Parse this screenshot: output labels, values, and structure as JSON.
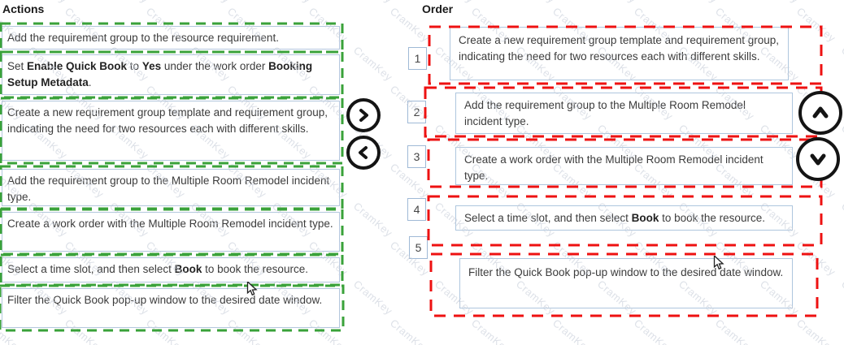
{
  "watermark": {
    "text": "CramKey"
  },
  "colors": {
    "green_dash": "#3aa23a",
    "red_dash": "#ee1111",
    "box_border": "#aec6de",
    "text": "#3c3c3c"
  },
  "actions": {
    "title": "Actions",
    "items": [
      {
        "segments": [
          {
            "text": "Add the requirement group to the resource requirement.",
            "bold": false
          }
        ]
      },
      {
        "segments": [
          {
            "text": "Set ",
            "bold": false
          },
          {
            "text": "Enable Quick Book",
            "bold": true
          },
          {
            "text": " to ",
            "bold": false
          },
          {
            "text": "Yes",
            "bold": true
          },
          {
            "text": " under the work order ",
            "bold": false
          },
          {
            "text": "Booking Setup Metadata",
            "bold": true
          },
          {
            "text": ".",
            "bold": false
          }
        ]
      },
      {
        "segments": [
          {
            "text": "Create a new requirement group template and requirement group, indicating the need for two resources each with different skills.",
            "bold": false
          }
        ]
      },
      {
        "segments": [
          {
            "text": "Add the requirement group to the Multiple Room Remodel incident type.",
            "bold": false
          }
        ]
      },
      {
        "segments": [
          {
            "text": "Create a work order with the Multiple Room Remodel incident type.",
            "bold": false
          }
        ]
      },
      {
        "segments": [
          {
            "text": "Select a time slot, and then select ",
            "bold": false
          },
          {
            "text": "Book",
            "bold": true
          },
          {
            "text": " to book the resource.",
            "bold": false
          }
        ]
      },
      {
        "segments": [
          {
            "text": "Filter the Quick Book pop-up window to the desired date window.",
            "bold": false
          }
        ]
      }
    ]
  },
  "order": {
    "title": "Order",
    "slots": [
      {
        "number": "1",
        "segments": [
          {
            "text": "Create a new requirement group template and requirement group, indicating the need for two resources each with different skills.",
            "bold": false
          }
        ]
      },
      {
        "number": "2",
        "segments": [
          {
            "text": "Add the requirement group to the Multiple Room Remodel incident type.",
            "bold": false
          }
        ]
      },
      {
        "number": "3",
        "segments": [
          {
            "text": "Create a work order with the Multiple Room Remodel incident type.",
            "bold": false
          }
        ]
      },
      {
        "number": "4",
        "segments": [
          {
            "text": "Select a time slot, and then select ",
            "bold": false
          },
          {
            "text": "Book",
            "bold": true
          },
          {
            "text": " to book the resource.",
            "bold": false
          }
        ]
      },
      {
        "number": "5",
        "segments": [
          {
            "text": "Filter the Quick Book pop-up window to the desired date window.",
            "bold": false
          }
        ]
      }
    ]
  },
  "controls": {
    "move_right": "chevron-right",
    "move_left": "chevron-left",
    "move_up": "chevron-up",
    "move_down": "chevron-down"
  }
}
